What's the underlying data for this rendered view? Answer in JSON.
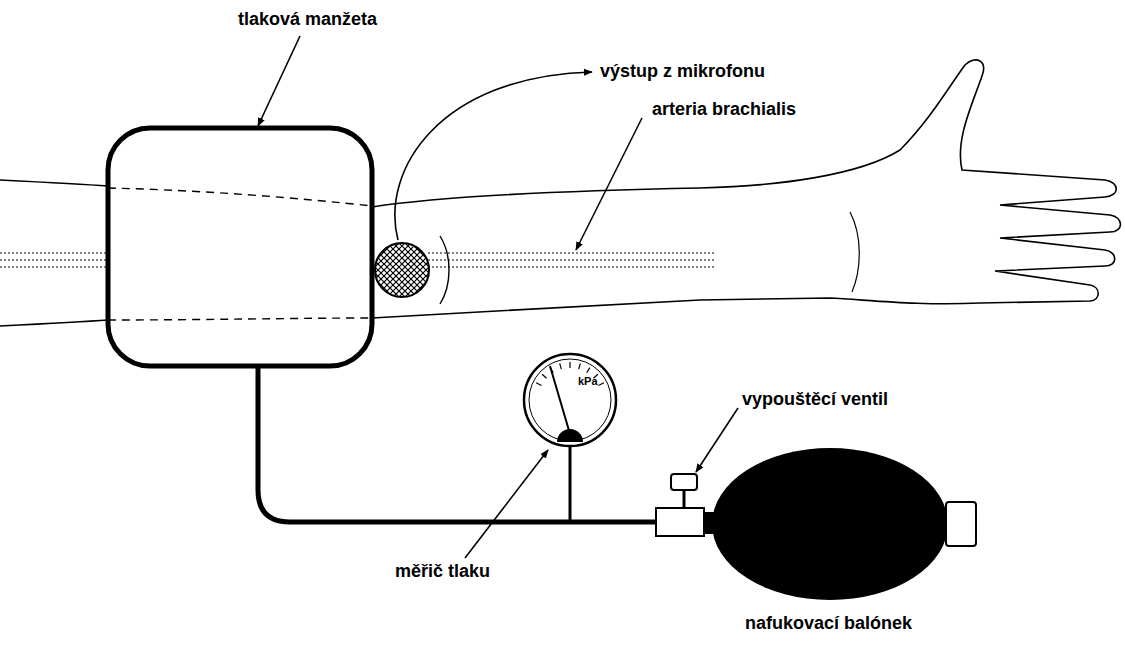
{
  "diagram": {
    "nodes": [
      {
        "text": [
          "kPa"
        ]
      }
    ],
    "labels": [
      "tlaková manžeta",
      "výstup z mikrofonu",
      "arteria brachialis",
      "měřič tlaku",
      "vypouštěcí ventil",
      "nafukovací balónek"
    ]
  }
}
